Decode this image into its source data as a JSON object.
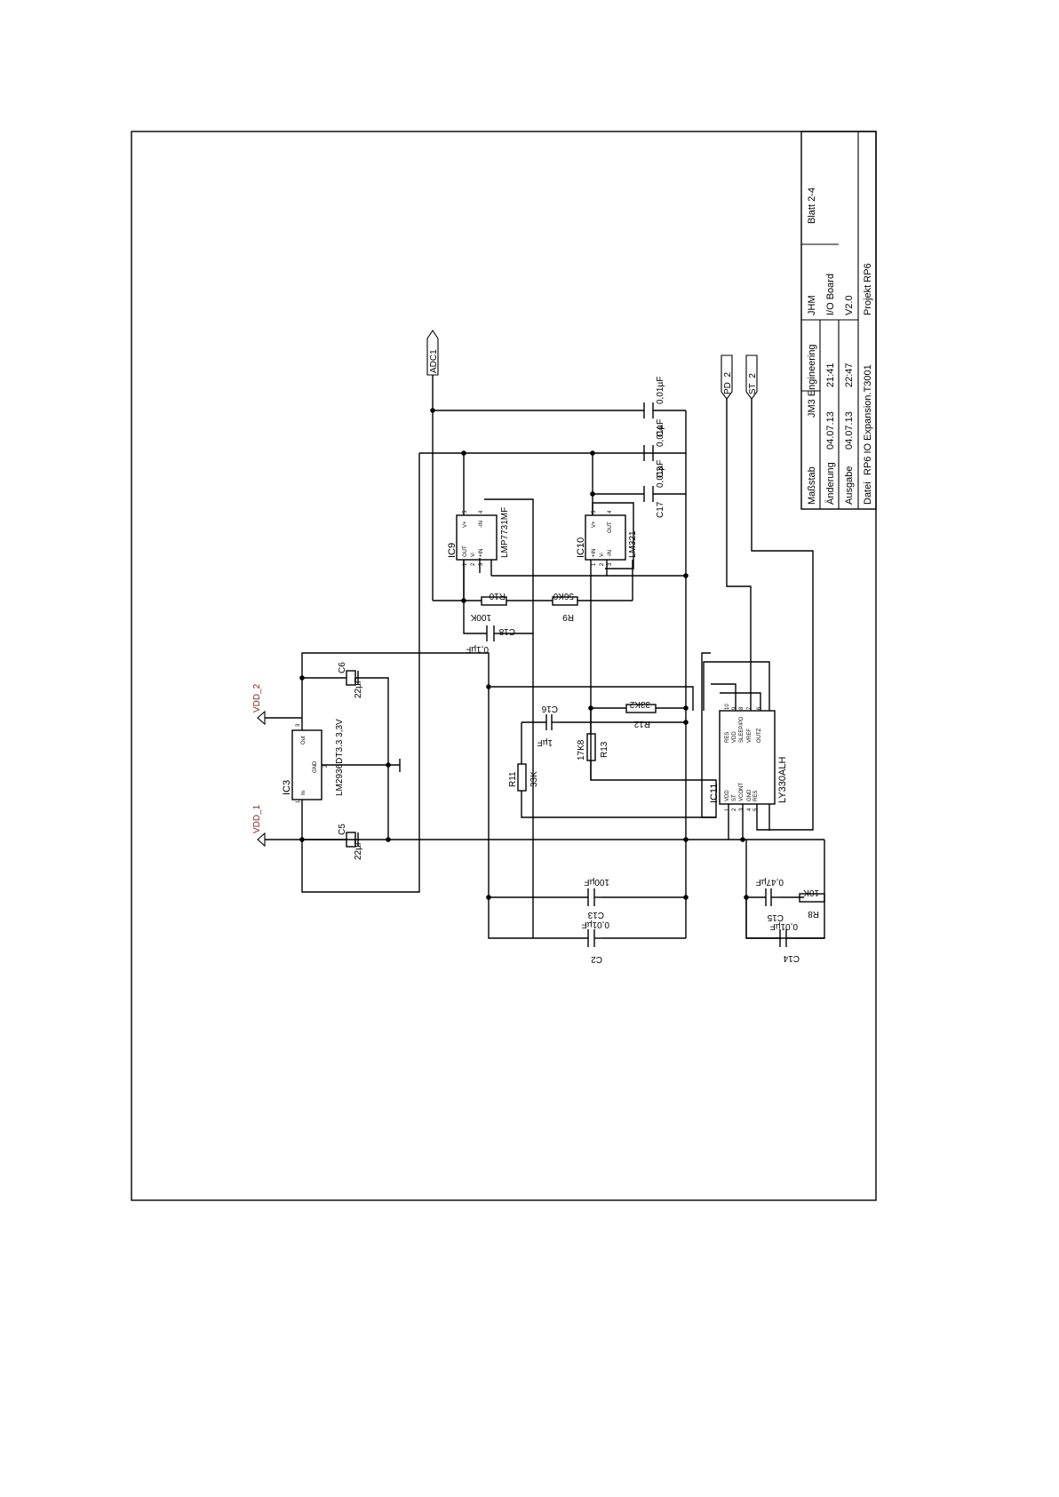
{
  "title_block": {
    "scale_label": "Maßstab",
    "change_label": "Änderung",
    "change_date": "04.07.13",
    "change_time": "21:41",
    "issue_label": "Ausgabe",
    "issue_date": "04.07.13",
    "issue_time": "22:47",
    "file_label": "Datei",
    "file_name": "RP6 IO Expansion.T3001",
    "company": "JM3 Engineering",
    "author": "JHM",
    "board": "I/O Board",
    "version": "V2.0",
    "project": "Projekt  RP6",
    "sheet": "Blatt  2-4"
  },
  "ports": {
    "adc1": "ADC1",
    "pd2": "PD_2",
    "st2": "ST_2",
    "vdd1": "VDD_1",
    "vdd2": "VDD_2"
  },
  "components": {
    "ic3": {
      "ref": "IC3",
      "value": "LM2936DT3.3  3,3V",
      "pin_in": "In",
      "pin_gnd": "GND",
      "pin_out": "Out",
      "n1": "1",
      "n2": "2",
      "n3": "3"
    },
    "ic9": {
      "ref": "IC9",
      "value": "LMP7731MF",
      "p_out": "OUT",
      "p_vm": "V-",
      "p_inp": "+IN",
      "p_vp": "V+",
      "p_inm": "-IN",
      "n1": "1",
      "n2": "2",
      "n3": "3",
      "n4": "4",
      "n5": "5"
    },
    "ic10": {
      "ref": "IC10",
      "value": "LM321",
      "p_inp": "+IN",
      "p_vm": "V-",
      "p_inm": "-IN",
      "p_vp": "V+",
      "p_out": "OUT",
      "n1": "1",
      "n2": "2",
      "n3": "3",
      "n4": "4",
      "n5": "5"
    },
    "ic11": {
      "ref": "IC11",
      "value": "LY330ALH",
      "left_pins": [
        "VDD",
        "ST",
        "VCONT",
        "GND",
        "RES"
      ],
      "left_nums": [
        "1",
        "2",
        "3",
        "4",
        "5"
      ],
      "right_pins": [
        "RES",
        "VDD",
        "SLEEP/PD",
        "VREF",
        "OUTZ"
      ],
      "right_nums": [
        "10",
        "9",
        "8",
        "7",
        "6"
      ]
    },
    "c2": {
      "ref": "C2",
      "value": "0,01µF"
    },
    "c3": {
      "ref": "C3",
      "value": "0,01µF"
    },
    "c4": {
      "ref": "C4",
      "value": "0,01µF"
    },
    "c5": {
      "ref": "C5",
      "value": "22µF"
    },
    "c6": {
      "ref": "C6",
      "value": "22µF"
    },
    "c13": {
      "ref": "C13",
      "value": "100µF"
    },
    "c14": {
      "ref": "C14",
      "value": "0,01µF"
    },
    "c15": {
      "ref": "C15",
      "value": "0,47µF"
    },
    "c16": {
      "ref": "C16",
      "value": "1µF"
    },
    "c17": {
      "ref": "C17",
      "value": "0,01µF"
    },
    "c18": {
      "ref": "C18",
      "value": "0,1µF"
    },
    "r8": {
      "ref": "R8",
      "value": "10K"
    },
    "r9": {
      "ref": "R9",
      "value": "56K0"
    },
    "r10": {
      "ref": "R10",
      "value": "100K"
    },
    "r11": {
      "ref": "R11",
      "value": "33K"
    },
    "r12": {
      "ref": "R12",
      "value": "33K2"
    },
    "r13": {
      "ref": "R13",
      "value": "17K8"
    }
  }
}
